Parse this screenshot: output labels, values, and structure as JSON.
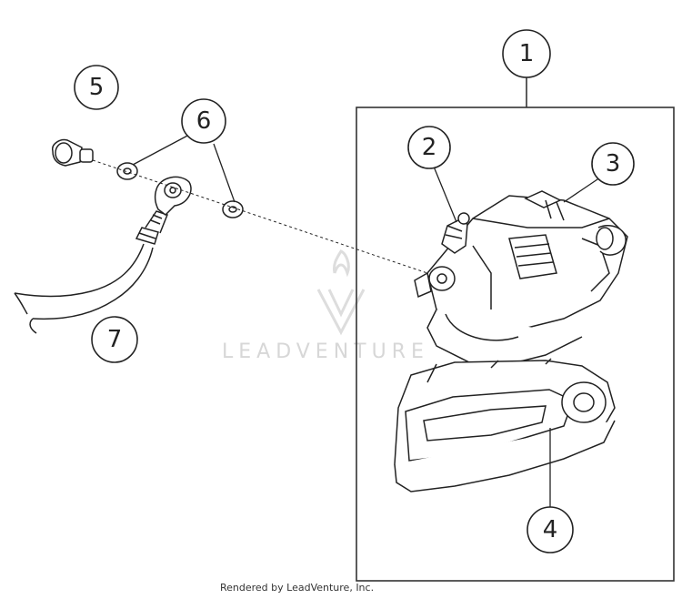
{
  "callouts": [
    {
      "label": "1"
    },
    {
      "label": "2"
    },
    {
      "label": "3"
    },
    {
      "label": "4"
    },
    {
      "label": "5"
    },
    {
      "label": "6"
    },
    {
      "label": "7"
    }
  ],
  "watermark": {
    "text": "LEADVENTURE"
  },
  "footer": {
    "text": "Rendered by LeadVenture, Inc."
  },
  "colors": {
    "line": "#222222",
    "watermark": "#d7d7d7",
    "background": "#ffffff"
  }
}
